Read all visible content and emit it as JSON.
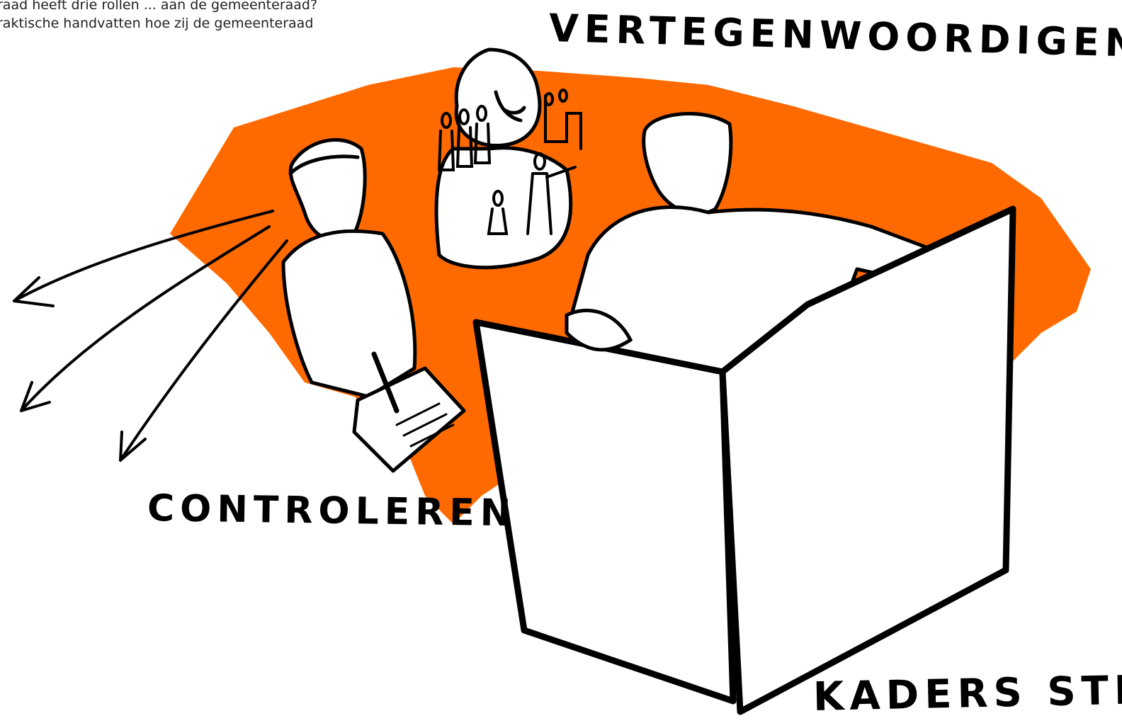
{
  "caption": {
    "line1": "raad heeft drie rollen ... aan de gemeenteraad?",
    "line2": "raktische handvatten hoe zij de gemeenteraad"
  },
  "labels": {
    "vertegenwoordigen": "VERTEGENWOORDIGEN",
    "controleren": "CONTROLEREN",
    "kaders_stellen": "KADERS STELLEN"
  },
  "colors": {
    "accent": "#ff6a00",
    "ink": "#000000",
    "paper": "#ffffff"
  }
}
